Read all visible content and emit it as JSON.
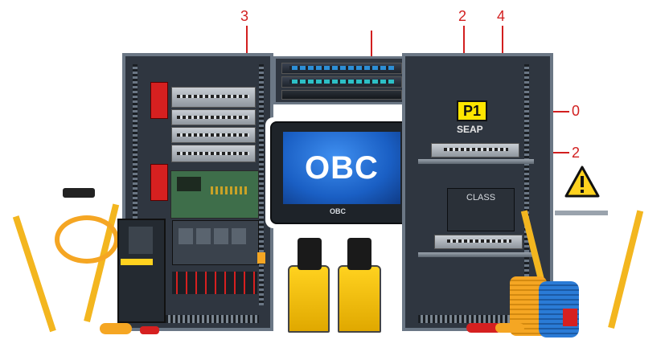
{
  "callouts": {
    "top_left": "3",
    "top_right_a": "2",
    "top_right_b": "4",
    "right_upper": "0",
    "right_lower": "2"
  },
  "monitor": {
    "brand": "OBC",
    "bezel_label": "OBC"
  },
  "labels": {
    "p1_badge": "P1",
    "p1_sub": "SEAP",
    "module_label": "CLASS"
  },
  "colors": {
    "cabinet_frame": "#6b7785",
    "cabinet_body": "#2f3640",
    "callout_red": "#d21f1f",
    "screen_blue": "#1a5fc4",
    "warning_yellow": "#ffd21f",
    "cable_orange": "#f5a623",
    "cable_blue": "#2a7bd6"
  },
  "icons": [
    "warning-triangle-icon"
  ]
}
